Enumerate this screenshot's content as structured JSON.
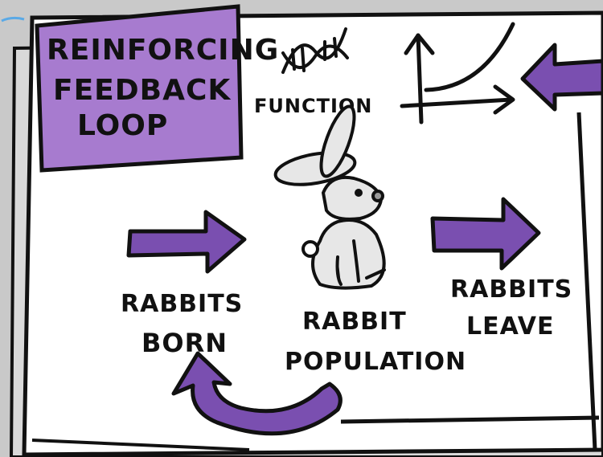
{
  "title": {
    "line1": "REINFORCING",
    "line2": "FEEDBACK",
    "line3": "LOOP"
  },
  "function_label": "FUNCTION",
  "nodes": {
    "born_line1": "RABBITS",
    "born_line2": "BORN",
    "population_line1": "RABBIT",
    "population_line2": "POPULATION",
    "leave_line1": "RABBITS",
    "leave_line2": "LEAVE"
  },
  "colors": {
    "accent": "#7a4fb0",
    "title_box": "#a77bcf",
    "paper": "#ffffff",
    "outline": "#111111",
    "rabbit_body": "#e7e7e7",
    "rabbit_nose": "#9a9a9a"
  },
  "icons": {
    "dna": "dna-icon",
    "graph": "exponential-graph-icon",
    "rabbit": "rabbit-icon"
  }
}
